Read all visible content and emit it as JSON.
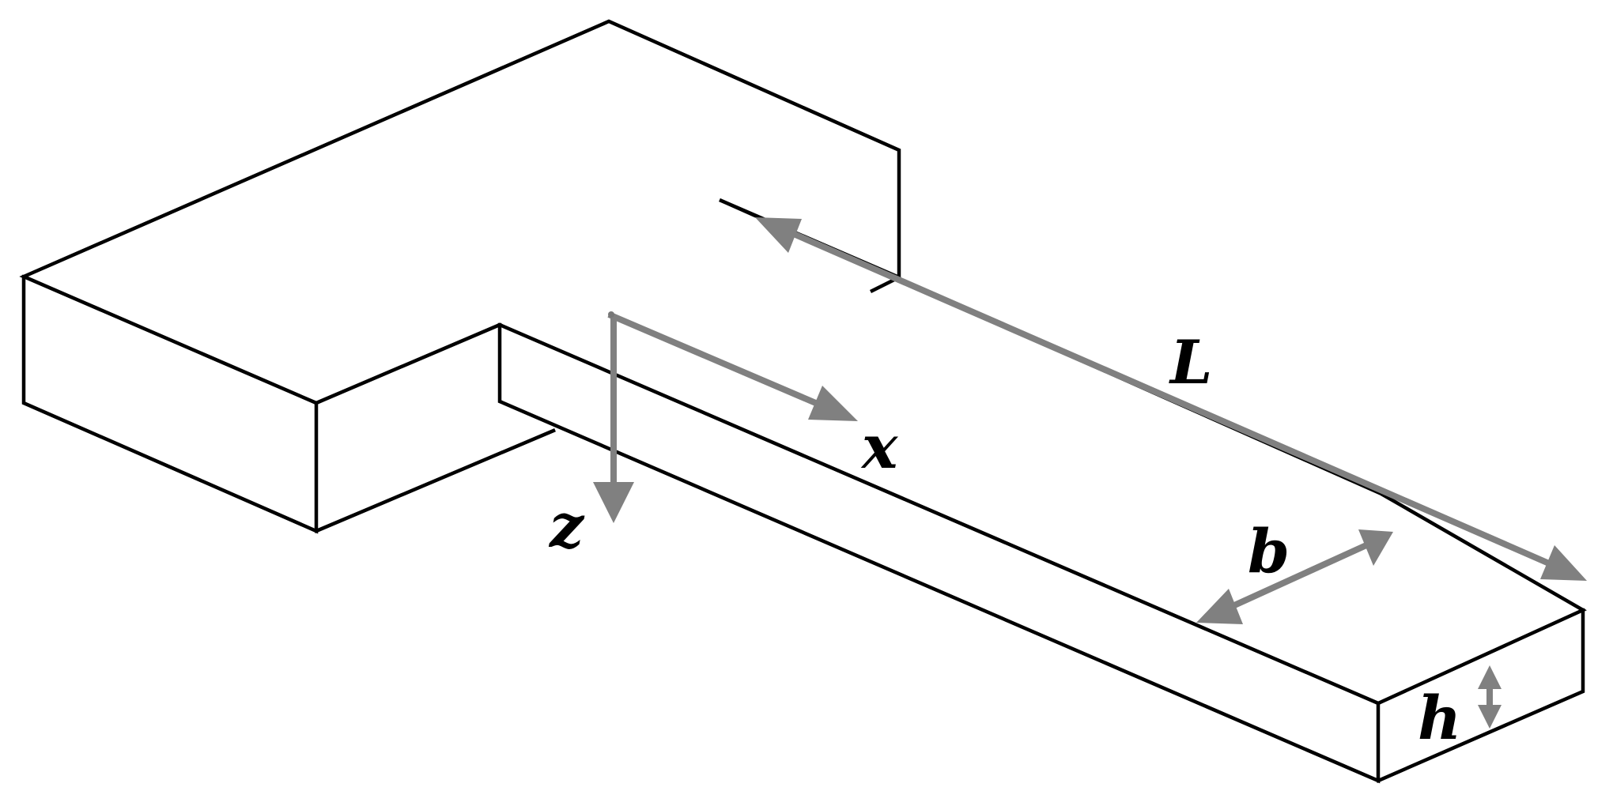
{
  "labels": {
    "length": "L",
    "width": "b",
    "height": "h",
    "axis_x": "x",
    "axis_z": "z"
  },
  "colors": {
    "outline": "#000000",
    "arrow": "#808080",
    "background": "#ffffff"
  }
}
